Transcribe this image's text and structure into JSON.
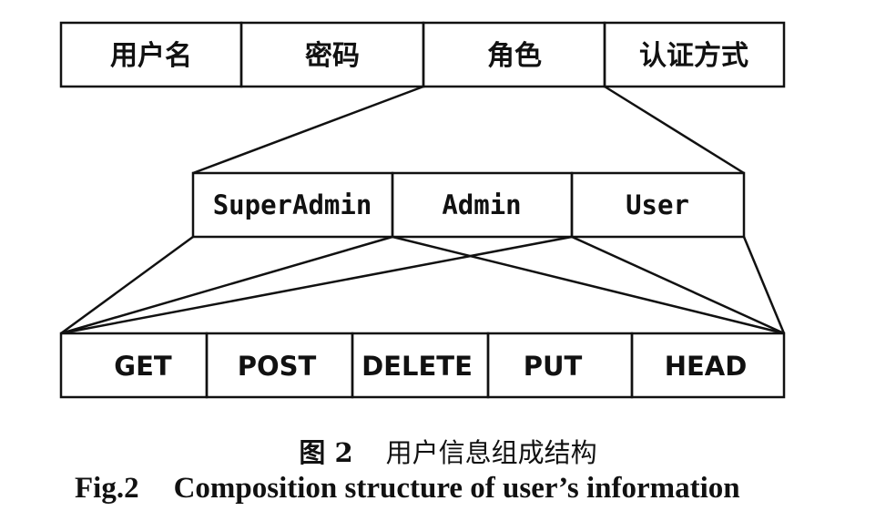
{
  "diagram": {
    "user_fields": [
      "用户名",
      "密码",
      "角色",
      "认证方式"
    ],
    "roles": [
      "SuperAdmin",
      "Admin",
      "User"
    ],
    "methods": [
      "GET",
      "POST",
      "DELETE",
      "PUT",
      "HEAD"
    ]
  },
  "caption": {
    "cn_number": "图 2",
    "cn_text": "用户信息组成结构",
    "en_number": "Fig.2",
    "en_text": "Composition structure of user’s information"
  }
}
